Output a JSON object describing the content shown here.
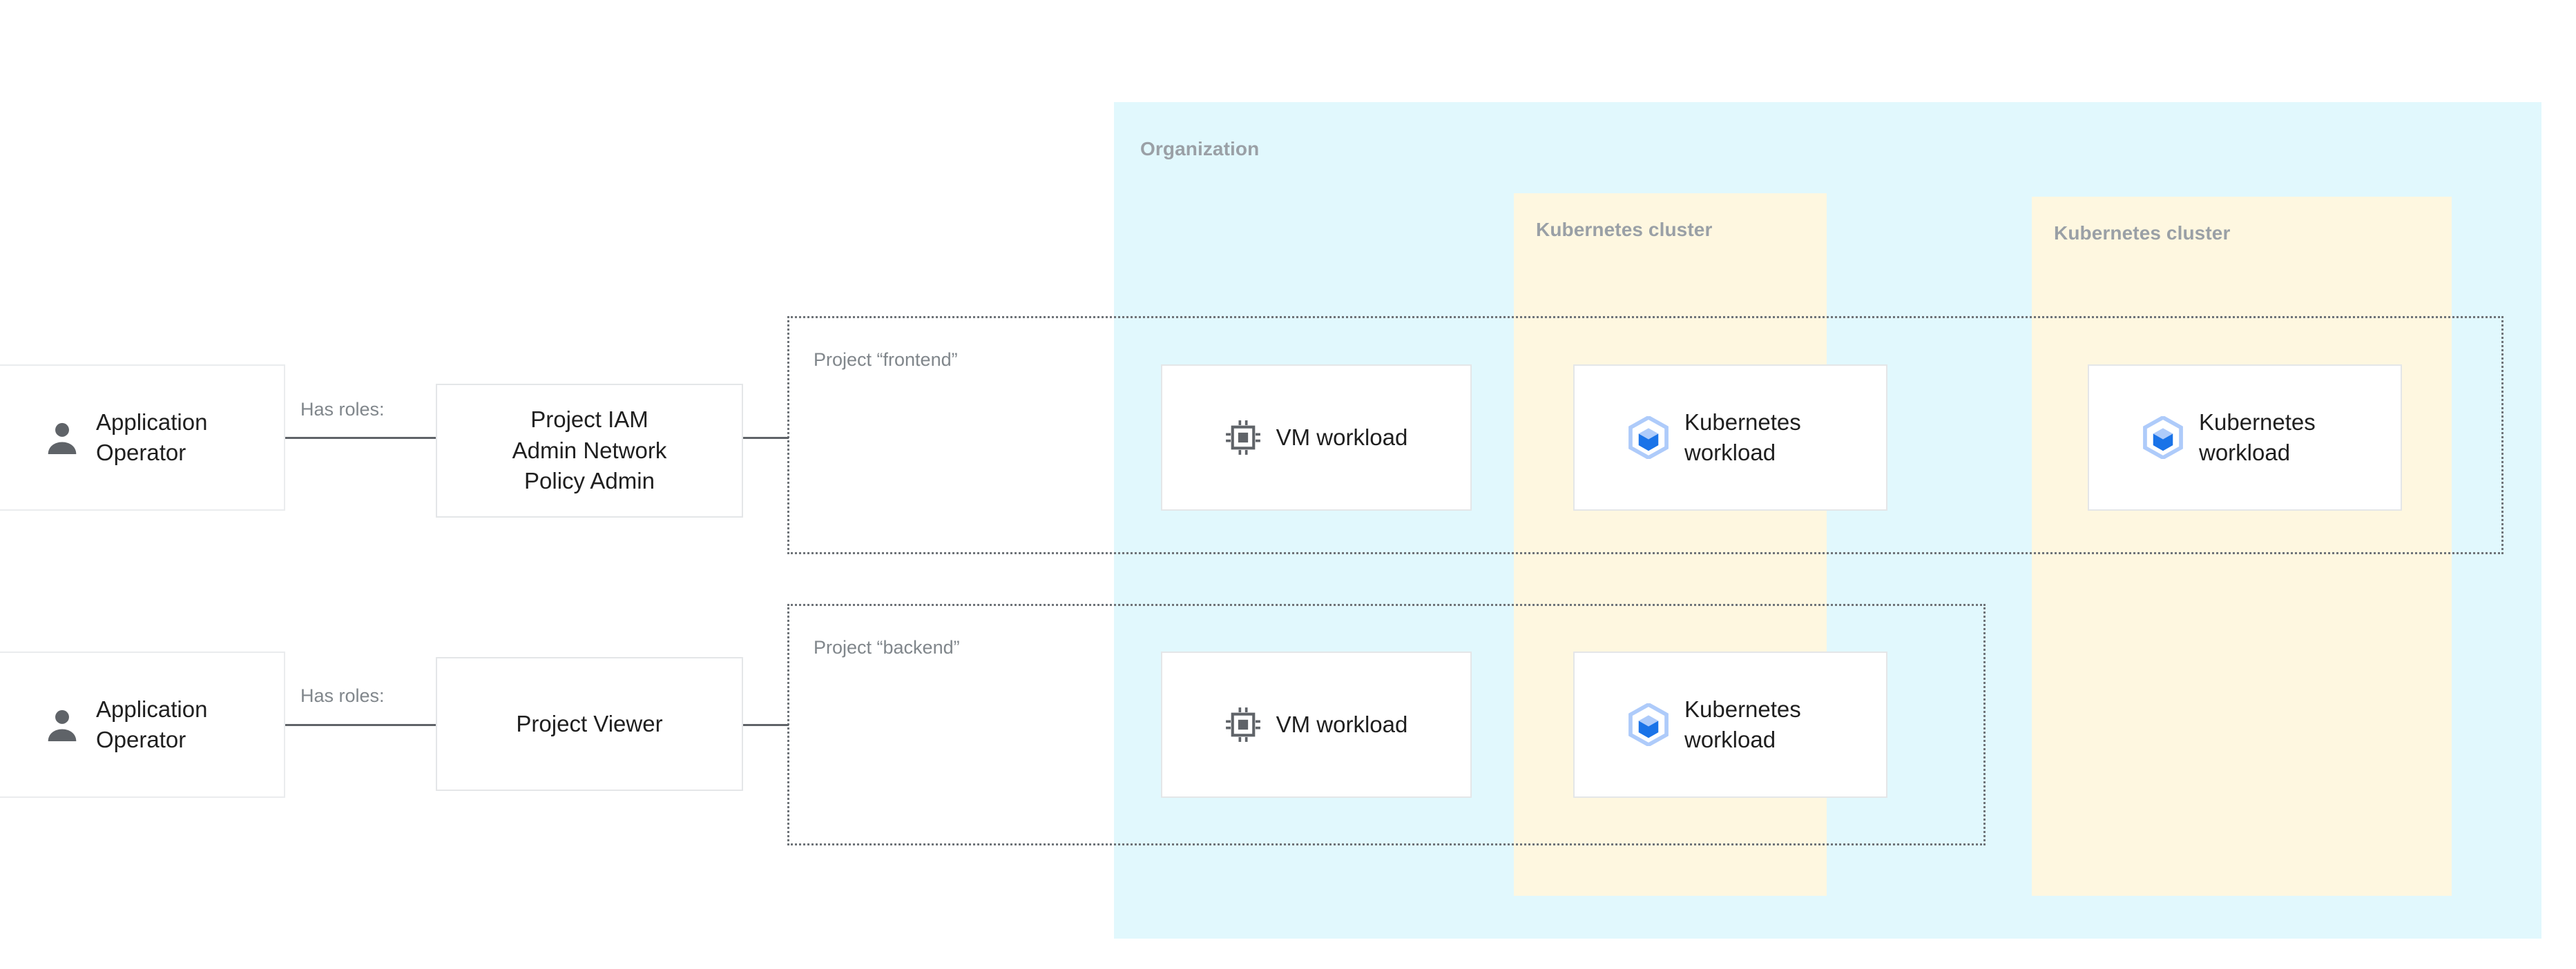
{
  "diagram": {
    "title": "Google Cloud IAM project and Kubernetes cluster access diagram",
    "colors": {
      "organization_bg": "#E1F8FD",
      "cluster_bg": "#FEF7E0",
      "card_bg": "#FFFFFF",
      "card_border": "#E4E6E8",
      "connector": "#5F6368",
      "group_label": "#9AA0A6",
      "project_label": "#80868B",
      "project_border": "#6E7378",
      "body_text": "#1F1F1F",
      "kubernetes_icon_blue": "#1A73E8",
      "kubernetes_icon_light": "#AECBFA",
      "chip_icon_grey": "#5F6368",
      "person_icon_grey": "#5F6368"
    }
  },
  "organization": {
    "label": "Organization"
  },
  "actors": [
    {
      "id": "actor-1",
      "label": "Application Operator",
      "icon": "person-icon",
      "edge_label": "Has roles:",
      "role": {
        "id": "role-1",
        "label": "Project IAM Admin Network Policy Admin",
        "lines": [
          "Project IAM",
          "Admin Network",
          "Policy Admin"
        ]
      }
    },
    {
      "id": "actor-2",
      "label": "Application Operator",
      "icon": "person-icon",
      "edge_label": "Has roles:",
      "role": {
        "id": "role-2",
        "label": "Project Viewer",
        "lines": [
          "Project Viewer"
        ]
      }
    }
  ],
  "projects": [
    {
      "id": "project-frontend",
      "label": "Project “frontend”"
    },
    {
      "id": "project-backend",
      "label": "Project “backend”"
    }
  ],
  "clusters": [
    {
      "id": "cluster-1",
      "label": "Kubernetes cluster"
    },
    {
      "id": "cluster-2",
      "label": "Kubernetes cluster"
    }
  ],
  "workloads": {
    "vm_frontend": {
      "label": "VM workload",
      "icon": "chip-icon"
    },
    "vm_backend": {
      "label": "VM workload",
      "icon": "chip-icon"
    },
    "k8s_frontend_c1": {
      "label": "Kubernetes workload",
      "lines": [
        "Kubernetes",
        "workload"
      ],
      "icon": "kubernetes-icon"
    },
    "k8s_frontend_c2": {
      "label": "Kubernetes workload",
      "lines": [
        "Kubernetes",
        "workload"
      ],
      "icon": "kubernetes-icon"
    },
    "k8s_backend_c1": {
      "label": "Kubernetes workload",
      "lines": [
        "Kubernetes",
        "workload"
      ],
      "icon": "kubernetes-icon"
    }
  }
}
